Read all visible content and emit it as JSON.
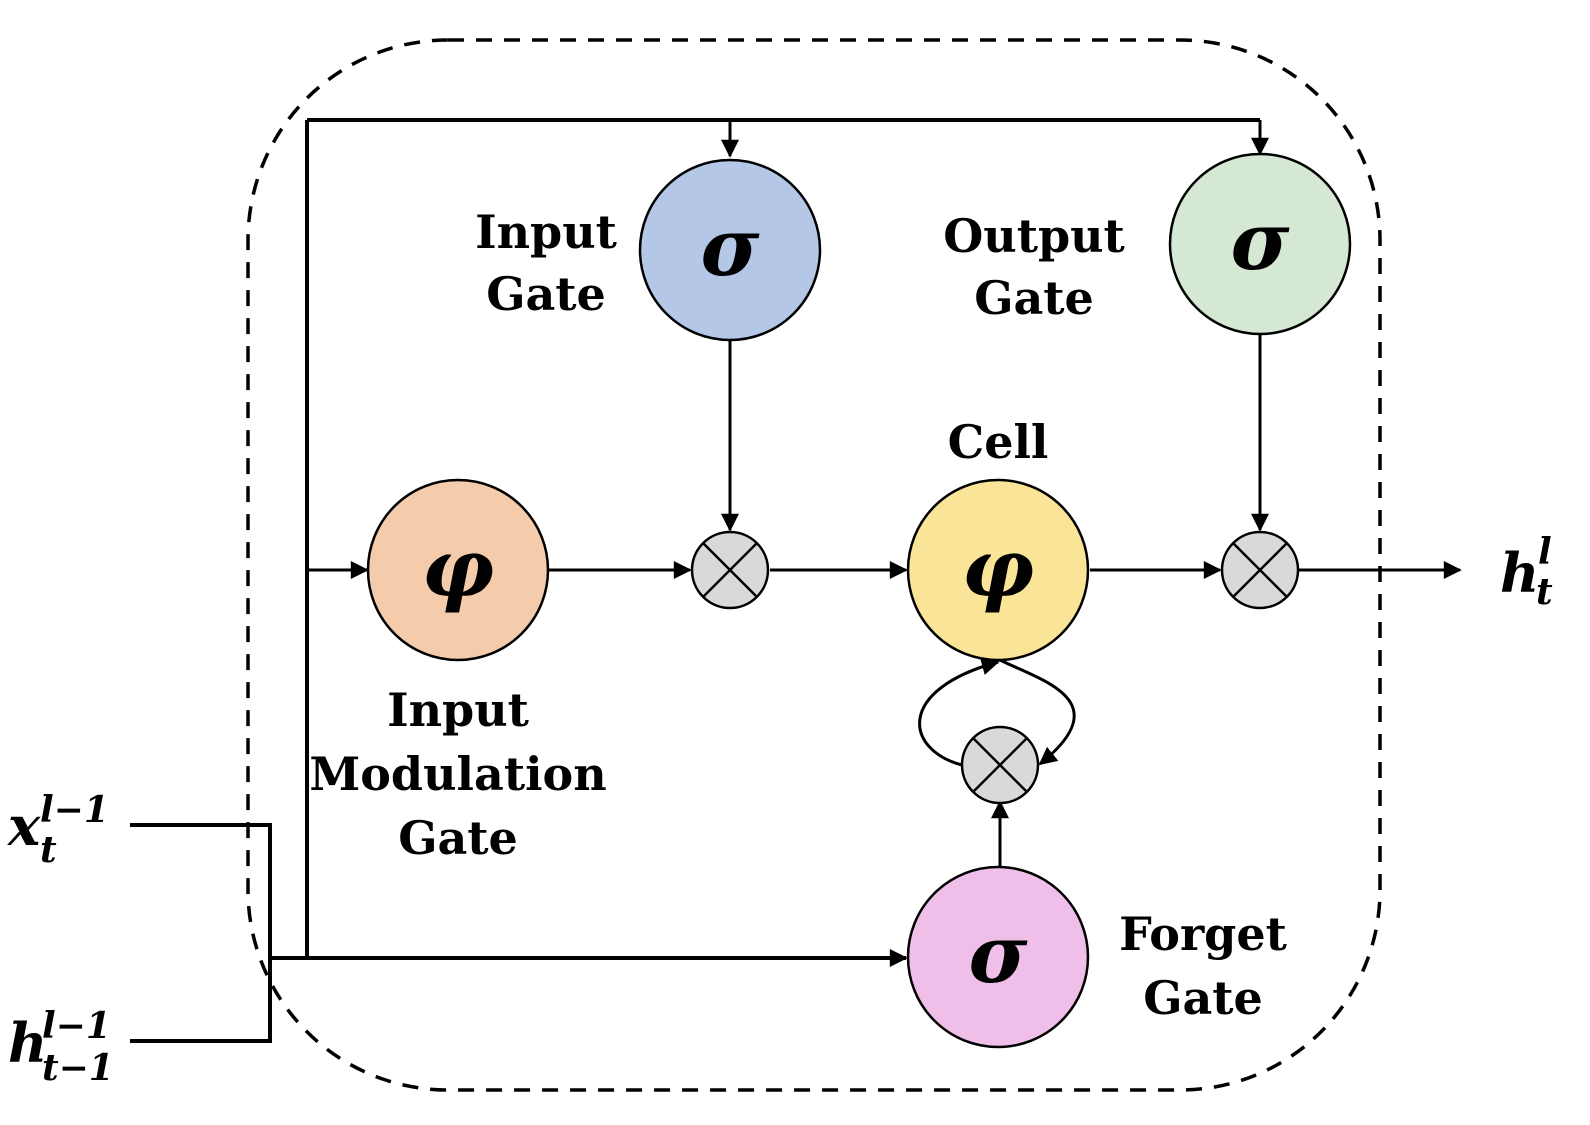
{
  "gates": {
    "input": {
      "label_line1": "Input",
      "label_line2": "Gate",
      "symbol": "σ",
      "color": "#b4c7e7"
    },
    "output": {
      "label_line1": "Output",
      "label_line2": "Gate",
      "symbol": "σ",
      "color": "#d5e8d4"
    },
    "modulation": {
      "label_line1": "Input",
      "label_line2": "Modulation",
      "label_line3": "Gate",
      "symbol": "φ",
      "color": "#f4ccac"
    },
    "cell": {
      "label": "Cell",
      "symbol": "φ",
      "color": "#f9e497"
    },
    "forget": {
      "label_line1": "Forget",
      "label_line2": "Gate",
      "symbol": "σ",
      "color": "#efbfea"
    }
  },
  "multiply_color": "#d9d9d9",
  "inputs": {
    "x": {
      "main": "x",
      "sup": "l−1",
      "sub": "t"
    },
    "h_prev": {
      "main": "h",
      "sup": "l−1",
      "sub": "t−1"
    }
  },
  "output": {
    "main": "h",
    "sup": "l",
    "sub": "t"
  }
}
